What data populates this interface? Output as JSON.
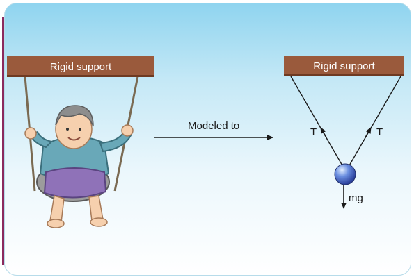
{
  "left_support_label": "Rigid support",
  "right_support_label": "Rigid support",
  "arrow_label": "Modeled to",
  "tension_left": "T",
  "tension_right": "T",
  "weight_label": "mg",
  "colors": {
    "support": "#9a5a3c",
    "panel_top": "#8fd4ef",
    "accent_rule": "#8b2a5e",
    "bob": "#3f63c9"
  }
}
